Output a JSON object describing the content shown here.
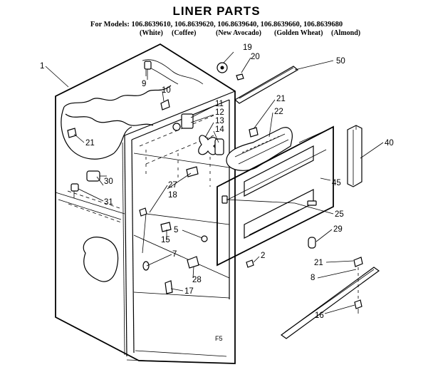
{
  "title": "LINER PARTS",
  "models_line": "For Models: 106.8639610, 106.8639620, 106.8639640, 106.8639660, 106.8639680",
  "colors": [
    "(White)",
    "(Coffee)",
    "(New Avocado)",
    "(Golden Wheat)",
    "(Almond)"
  ],
  "footer_code": "F5",
  "part_labels": {
    "p1": "1",
    "p2": "2",
    "p5": "5",
    "p7": "7",
    "p8": "8",
    "p9": "9",
    "p10": "10",
    "p11": "11",
    "p12": "12",
    "p13": "13",
    "p14": "14",
    "p15": "15",
    "p16": "16",
    "p17": "17",
    "p18": "18",
    "p19": "19",
    "p20": "20",
    "p21a": "21",
    "p21b": "21",
    "p21c": "21",
    "p22": "22",
    "p25": "25",
    "p27": "27",
    "p28": "28",
    "p29": "29",
    "p30": "30",
    "p31": "31",
    "p40": "40",
    "p45": "45",
    "p50": "50"
  }
}
